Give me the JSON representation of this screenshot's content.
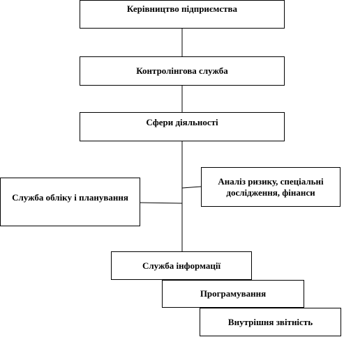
{
  "diagram": {
    "nodes": [
      {
        "id": "management",
        "label": "Керівництво підприємства"
      },
      {
        "id": "controlling",
        "label": "Контролінгова служба"
      },
      {
        "id": "spheres",
        "label": "Сфери діяльності"
      },
      {
        "id": "risk",
        "label": "Аналіз ризику, спеціальні дослідження, фінанси"
      },
      {
        "id": "accounting",
        "label": "Служба обліку і планування"
      },
      {
        "id": "information",
        "label": "Служба інформації"
      },
      {
        "id": "programming",
        "label": "Програмування"
      },
      {
        "id": "reporting",
        "label": "Внутрішня звітність"
      }
    ],
    "edges": [
      [
        "management",
        "controlling"
      ],
      [
        "controlling",
        "spheres"
      ],
      [
        "spheres",
        "risk"
      ],
      [
        "spheres",
        "accounting"
      ],
      [
        "spheres",
        "information"
      ]
    ],
    "colors": {
      "line": "#000000",
      "box_border": "#000000",
      "box_fill": "#ffffff",
      "text": "#000000"
    }
  }
}
